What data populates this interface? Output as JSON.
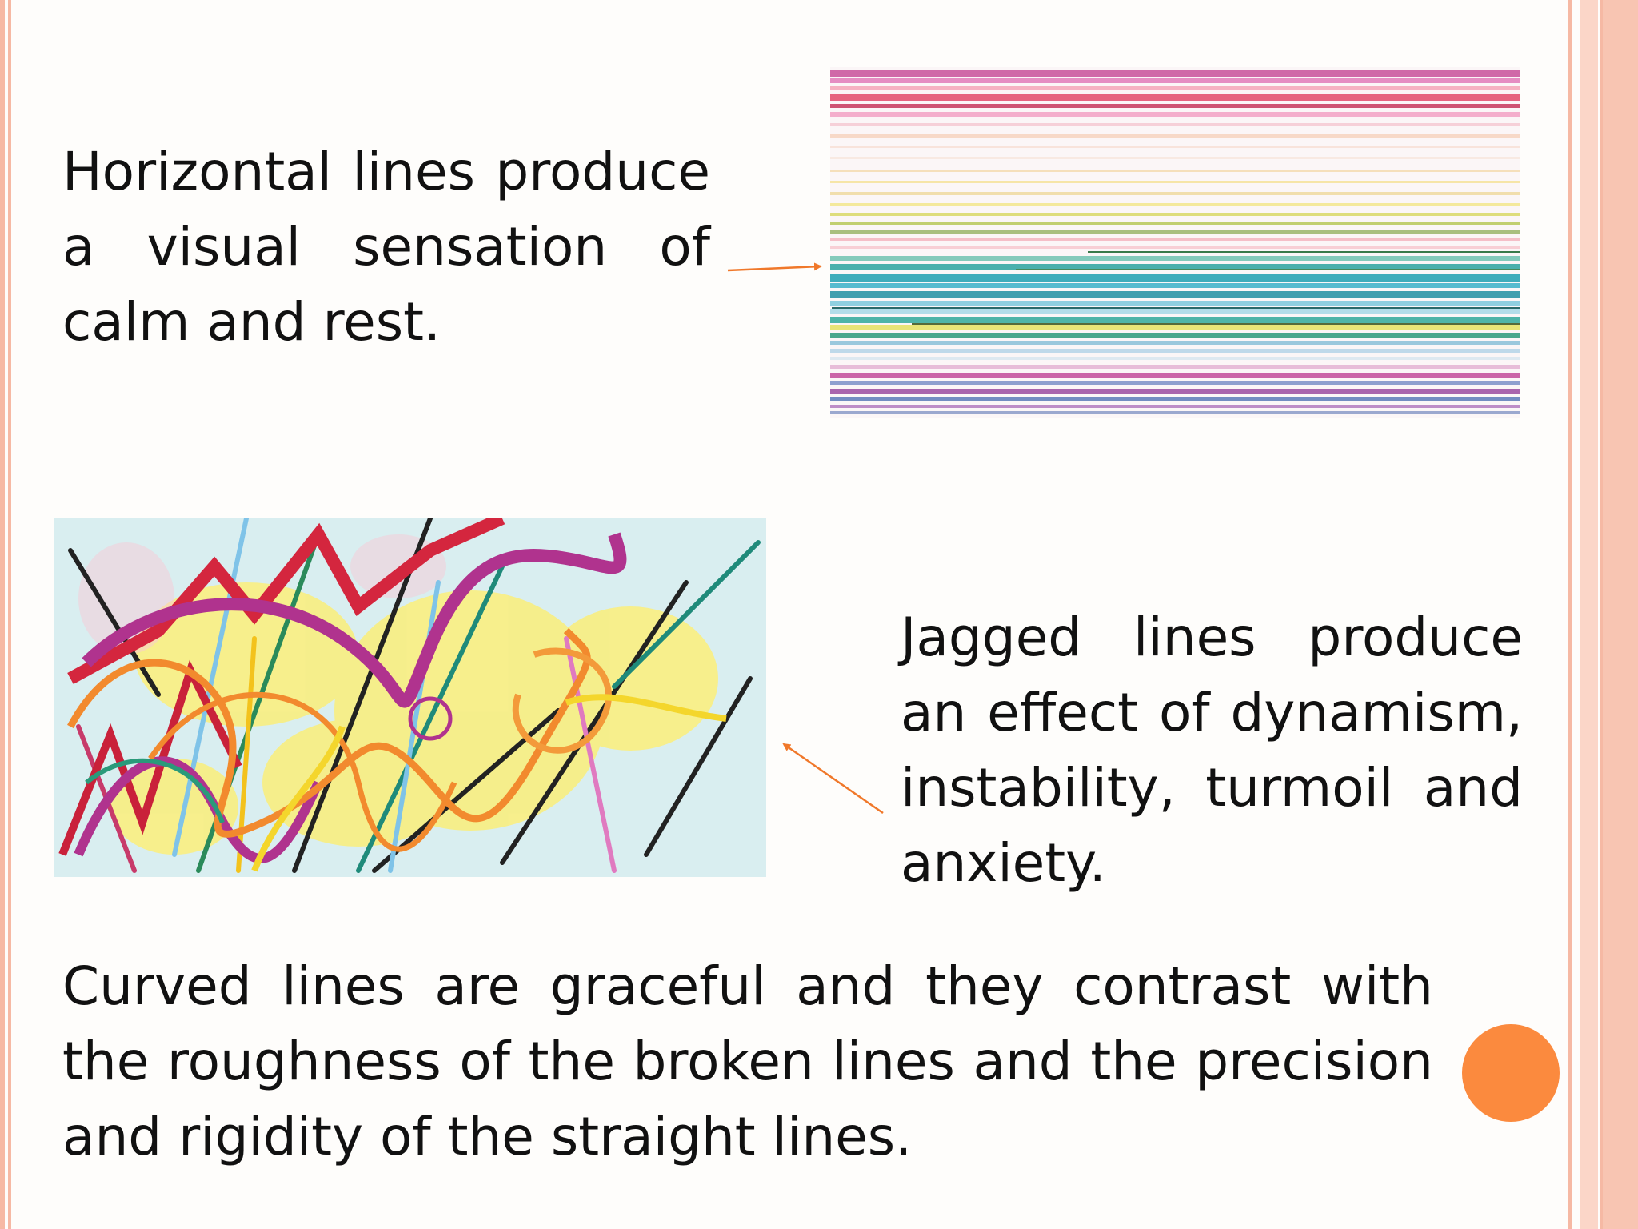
{
  "slide": {
    "horizontal_text": "Horizontal lines produce a visual sensation of calm and rest.",
    "jagged_text": "Jagged lines produce an effect of dynamism, instability, turmoil and anxiety.",
    "curved_text": "Curved lines are graceful and they contrast with the roughness of the broken lines and the precision and rigidity of the straight lines."
  },
  "images": {
    "horizontal": "horizontal-lines-drawing",
    "jagged": "jagged-curved-lines-drawing"
  },
  "colors": {
    "accent": "#fb8a3e",
    "border": "#f6b9a4",
    "arrow": "#f0782a"
  }
}
